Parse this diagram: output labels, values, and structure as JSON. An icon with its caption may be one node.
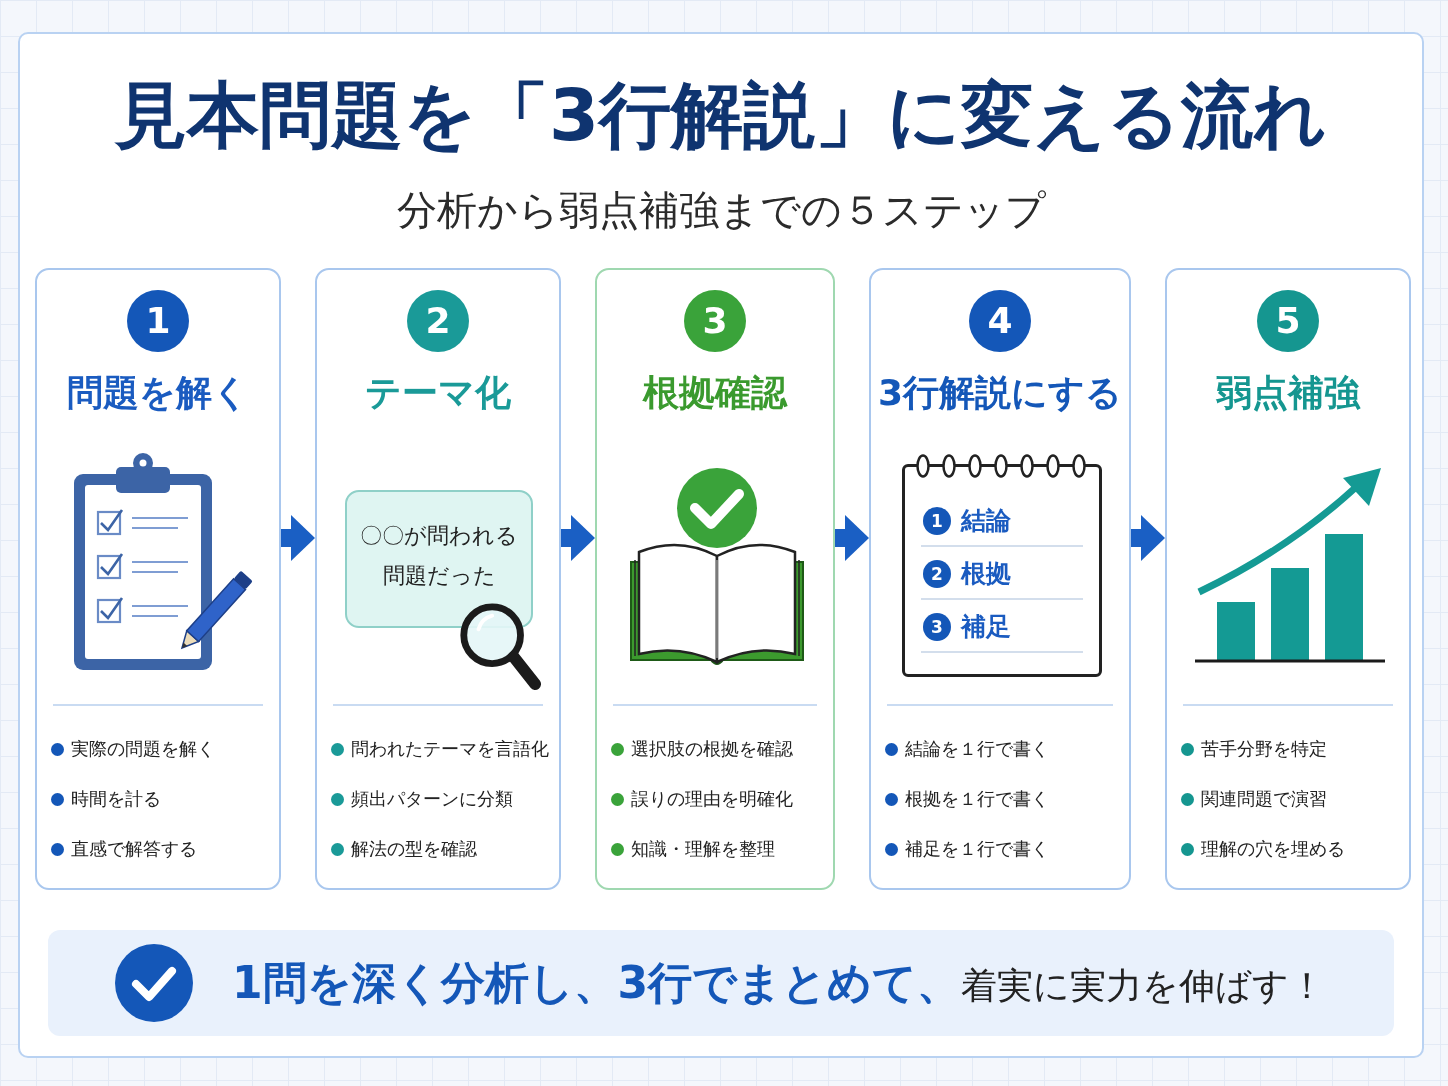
{
  "diagram": {
    "title": "見本問題を「3行解説」に変える流れ",
    "nodes": [
      {
        "text": [
          "1",
          "問題を解く",
          "実際の問題を解く",
          "時間を計る",
          "直感で解答する"
        ]
      },
      {
        "text": [
          "2",
          "テーマ化",
          "問われたテーマを言語化",
          "頻出パターンに分類",
          "解法の型を確認"
        ]
      },
      {
        "text": [
          "〇〇が問われる問題だった"
        ],
        "in": 1
      },
      {
        "text": [
          "3",
          "根拠確認",
          "選択肢の根拠を確認",
          "誤りの理由を明確化",
          "知識・理解を整理"
        ]
      },
      {
        "text": [
          "4",
          "3行解説にする",
          "結論を１行で書く",
          "根拠を１行で書く",
          "補足を１行で書く"
        ]
      },
      {
        "text": [
          "1",
          "結論",
          "2",
          "根拠",
          "3",
          "補足"
        ],
        "in": 4
      },
      {
        "text": [
          "5",
          "弱点補強",
          "苦手分野を特定",
          "関連問題で演習",
          "理解の穴を埋める"
        ]
      },
      {
        "text": [
          "**1問を深く分析し、3行でまとめて、**着実に実力を伸ばす！"
        ]
      }
    ],
    "edges": [
      {
        "from": 0,
        "to": 1,
        "arrow": "to"
      },
      {
        "from": 1,
        "to": 3,
        "arrow": "to"
      },
      {
        "from": 3,
        "to": 4,
        "arrow": "to"
      },
      {
        "from": 4,
        "to": 6,
        "arrow": "to"
      }
    ],
    "labels": [
      "分析から弱点補強までの５ステップ"
    ]
  }
}
